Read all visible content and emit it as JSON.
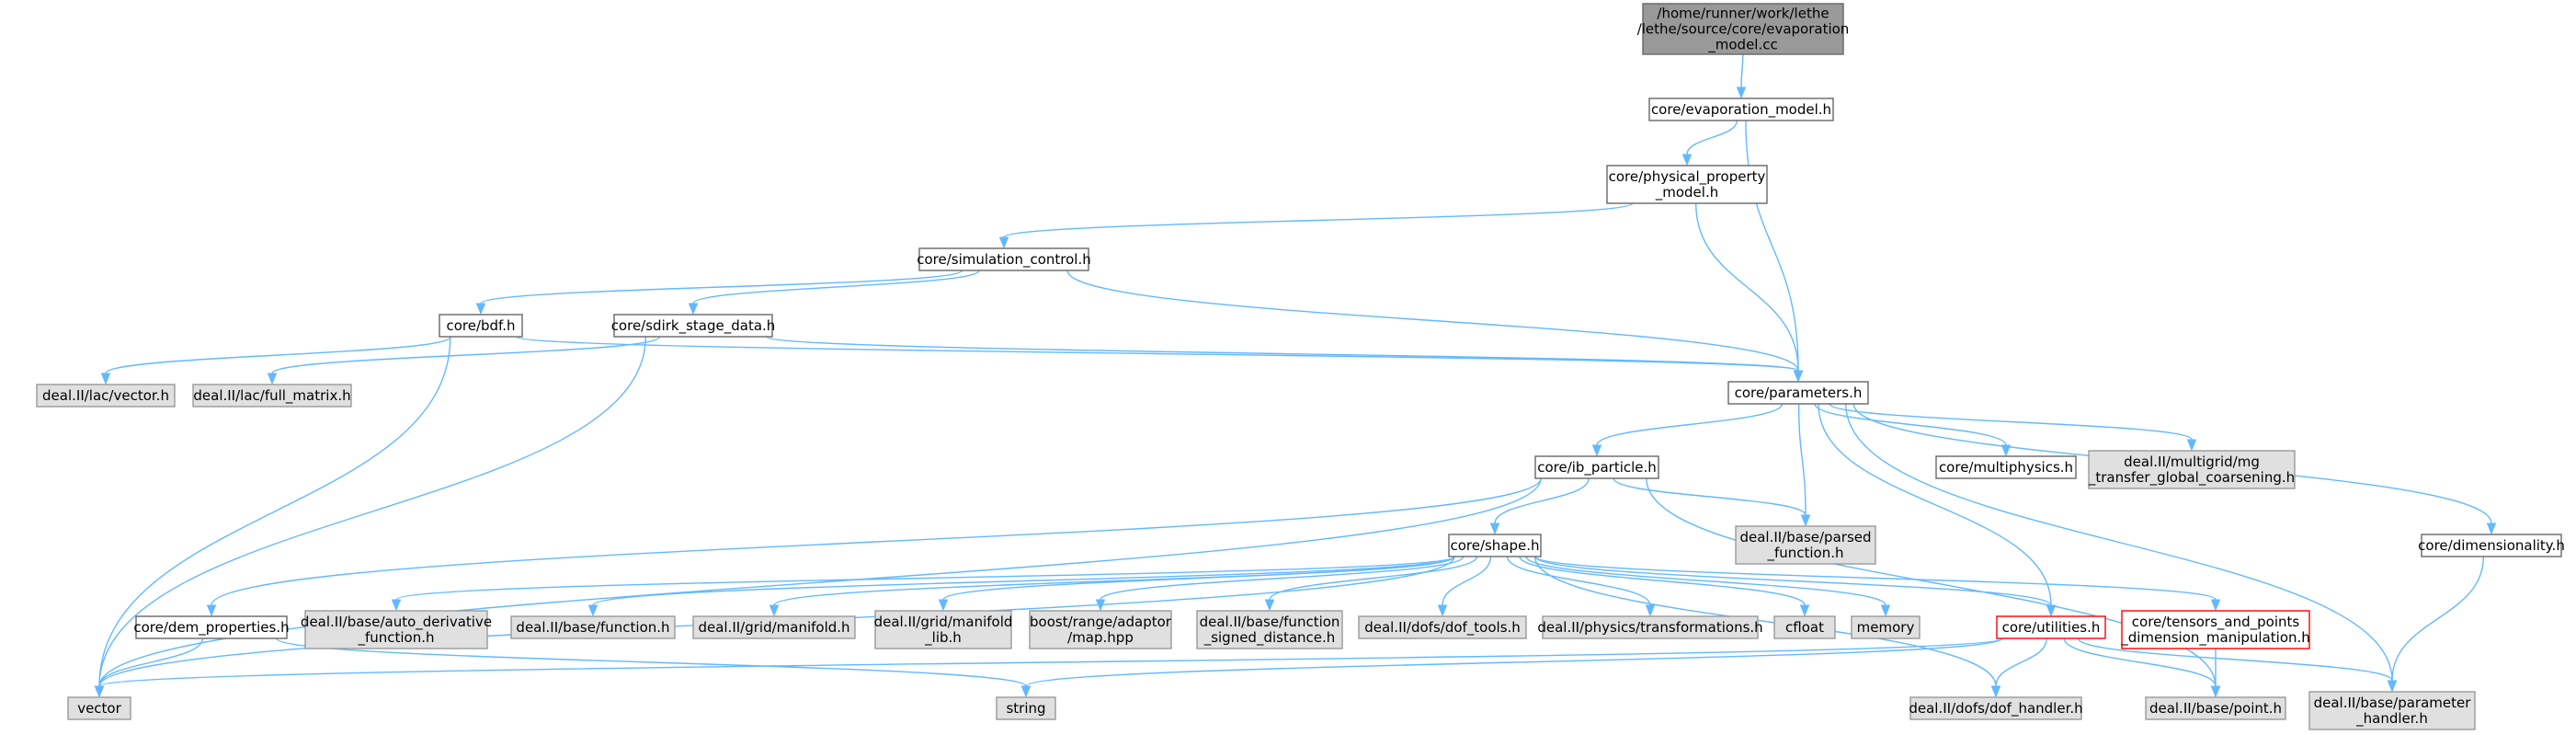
{
  "colors": {
    "edge": "#63b8ff",
    "root_fill": "#999999",
    "root_border": "#666666",
    "white_fill": "#ffffff",
    "white_border": "#666666",
    "gray_fill": "#e0e0e0",
    "gray_border": "#999999",
    "red_border": "#ff0000",
    "text": "#000000"
  },
  "nodes": {
    "root": {
      "lines": [
        "/home/runner/work/lethe",
        "/lethe/source/core/evaporation",
        "_model.cc"
      ],
      "style": "root"
    },
    "evap_h": {
      "lines": [
        "core/evaporation_model.h"
      ],
      "style": "white"
    },
    "phys": {
      "lines": [
        "core/physical_property",
        "_model.h"
      ],
      "style": "white"
    },
    "simctl": {
      "lines": [
        "core/simulation_control.h"
      ],
      "style": "white"
    },
    "bdf": {
      "lines": [
        "core/bdf.h"
      ],
      "style": "white"
    },
    "sdirk": {
      "lines": [
        "core/sdirk_stage_data.h"
      ],
      "style": "white"
    },
    "params": {
      "lines": [
        "core/parameters.h"
      ],
      "style": "white"
    },
    "lacvec": {
      "lines": [
        "deal.II/lac/vector.h"
      ],
      "style": "gray"
    },
    "fullmat": {
      "lines": [
        "deal.II/lac/full_matrix.h"
      ],
      "style": "gray"
    },
    "ibpart": {
      "lines": [
        "core/ib_particle.h"
      ],
      "style": "white"
    },
    "multiphys": {
      "lines": [
        "core/multiphysics.h"
      ],
      "style": "white"
    },
    "mgtransfer": {
      "lines": [
        "deal.II/multigrid/mg",
        "_transfer_global_coarsening.h"
      ],
      "style": "gray"
    },
    "parsedfn": {
      "lines": [
        "deal.II/base/parsed",
        "_function.h"
      ],
      "style": "gray"
    },
    "shape": {
      "lines": [
        "core/shape.h"
      ],
      "style": "white"
    },
    "dims": {
      "lines": [
        "core/dimensionality.h"
      ],
      "style": "white"
    },
    "demprop": {
      "lines": [
        "core/dem_properties.h"
      ],
      "style": "white"
    },
    "autoderiv": {
      "lines": [
        "deal.II/base/auto_derivative",
        "_function.h"
      ],
      "style": "gray"
    },
    "basefn": {
      "lines": [
        "deal.II/base/function.h"
      ],
      "style": "gray"
    },
    "gridmf": {
      "lines": [
        "deal.II/grid/manifold.h"
      ],
      "style": "gray"
    },
    "gridmflib": {
      "lines": [
        "deal.II/grid/manifold",
        "_lib.h"
      ],
      "style": "gray"
    },
    "boostmap": {
      "lines": [
        "boost/range/adaptor",
        "/map.hpp"
      ],
      "style": "gray"
    },
    "fnsigned": {
      "lines": [
        "deal.II/base/function",
        "_signed_distance.h"
      ],
      "style": "gray"
    },
    "doftools": {
      "lines": [
        "deal.II/dofs/dof_tools.h"
      ],
      "style": "gray"
    },
    "physxf": {
      "lines": [
        "deal.II/physics/transformations.h"
      ],
      "style": "gray"
    },
    "cfloat": {
      "lines": [
        "cfloat"
      ],
      "style": "gray"
    },
    "memory": {
      "lines": [
        "memory"
      ],
      "style": "gray"
    },
    "utils": {
      "lines": [
        "core/utilities.h"
      ],
      "style": "red"
    },
    "tensors": {
      "lines": [
        "core/tensors_and_points",
        "_dimension_manipulation.h"
      ],
      "style": "red"
    },
    "vector": {
      "lines": [
        "vector"
      ],
      "style": "gray"
    },
    "string": {
      "lines": [
        "string"
      ],
      "style": "gray"
    },
    "dofhandler": {
      "lines": [
        "deal.II/dofs/dof_handler.h"
      ],
      "style": "gray"
    },
    "point": {
      "lines": [
        "deal.II/base/point.h"
      ],
      "style": "gray"
    },
    "paramhandler": {
      "lines": [
        "deal.II/base/parameter",
        "_handler.h"
      ],
      "style": "gray"
    }
  },
  "edges": [
    [
      "root",
      "evap_h"
    ],
    [
      "evap_h",
      "phys"
    ],
    [
      "evap_h",
      "params"
    ],
    [
      "phys",
      "simctl"
    ],
    [
      "phys",
      "params"
    ],
    [
      "simctl",
      "bdf"
    ],
    [
      "simctl",
      "sdirk"
    ],
    [
      "simctl",
      "params"
    ],
    [
      "bdf",
      "lacvec"
    ],
    [
      "bdf",
      "params"
    ],
    [
      "bdf",
      "vector"
    ],
    [
      "sdirk",
      "fullmat"
    ],
    [
      "sdirk",
      "params"
    ],
    [
      "sdirk",
      "vector"
    ],
    [
      "params",
      "ibpart"
    ],
    [
      "params",
      "multiphys"
    ],
    [
      "params",
      "mgtransfer"
    ],
    [
      "params",
      "parsedfn"
    ],
    [
      "params",
      "dims"
    ],
    [
      "params",
      "utils"
    ],
    [
      "params",
      "paramhandler"
    ],
    [
      "ibpart",
      "parsedfn"
    ],
    [
      "ibpart",
      "shape"
    ],
    [
      "ibpart",
      "demprop"
    ],
    [
      "ibpart",
      "vector"
    ],
    [
      "ibpart",
      "point"
    ],
    [
      "shape",
      "autoderiv"
    ],
    [
      "shape",
      "basefn"
    ],
    [
      "shape",
      "gridmf"
    ],
    [
      "shape",
      "gridmflib"
    ],
    [
      "shape",
      "boostmap"
    ],
    [
      "shape",
      "fnsigned"
    ],
    [
      "shape",
      "doftools"
    ],
    [
      "shape",
      "physxf"
    ],
    [
      "shape",
      "cfloat"
    ],
    [
      "shape",
      "memory"
    ],
    [
      "shape",
      "utils"
    ],
    [
      "shape",
      "tensors"
    ],
    [
      "shape",
      "dofhandler"
    ],
    [
      "shape",
      "vector"
    ],
    [
      "dims",
      "paramhandler"
    ],
    [
      "demprop",
      "vector"
    ],
    [
      "demprop",
      "string"
    ],
    [
      "utils",
      "vector"
    ],
    [
      "utils",
      "string"
    ],
    [
      "utils",
      "dofhandler"
    ],
    [
      "utils",
      "point"
    ],
    [
      "utils",
      "paramhandler"
    ],
    [
      "tensors",
      "point"
    ]
  ]
}
